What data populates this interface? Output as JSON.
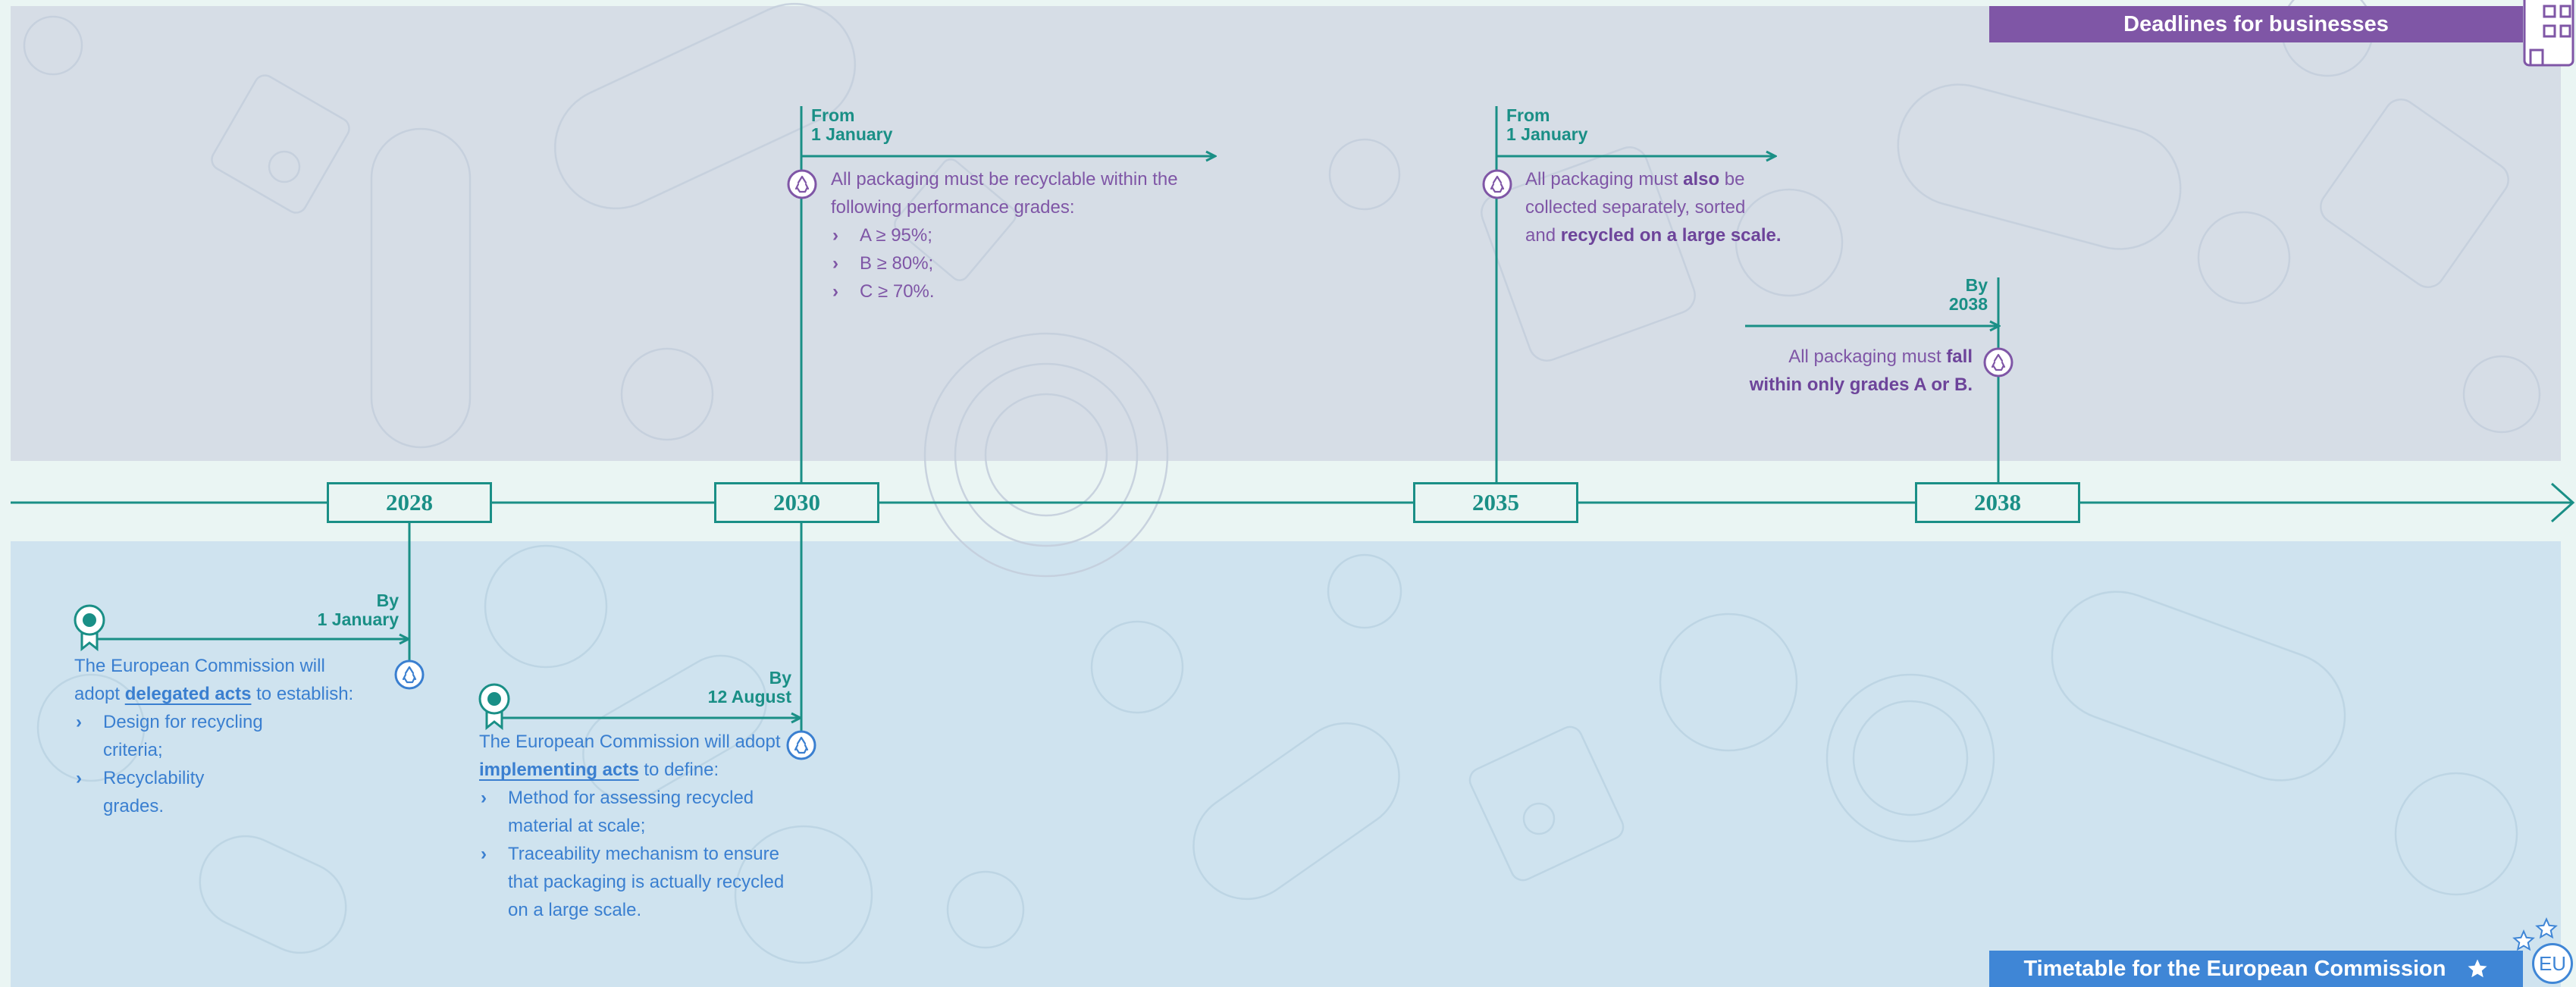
{
  "headers": {
    "businesses": "Deadlines for businesses",
    "commission": "Timetable for the European Commission",
    "eu_badge": "EU"
  },
  "timeline": {
    "years": [
      "2028",
      "2030",
      "2035",
      "2038"
    ]
  },
  "business_events": [
    {
      "date_line1": "From",
      "date_line2": "1 January",
      "text_lines": [
        "All packaging must be recyclable within the",
        "following performance grades:"
      ],
      "grades": [
        "A ≥ 95%;",
        "B ≥ 80%;",
        "C ≥ 70%."
      ]
    },
    {
      "date_line1": "From",
      "date_line2": "1 January",
      "line1_a": "All packaging must ",
      "line1_b": "also",
      "line1_c": " be",
      "line2": "collected separately, sorted",
      "line3_a": "and ",
      "line3_b": "recycled on a large scale."
    },
    {
      "date_line1": "By",
      "date_line2": "2038",
      "line1_a": "All packaging must ",
      "line1_b": "fall",
      "line2": "within only grades A or B."
    }
  ],
  "commission_events": [
    {
      "date_line1": "By",
      "date_line2": "1 January",
      "line1": "The European Commission will",
      "line2_a": "adopt ",
      "line2_b": "delegated acts",
      "line2_c": " to establish:",
      "items": [
        [
          "Design for recycling",
          "criteria;"
        ],
        [
          "Recyclability",
          "grades."
        ]
      ]
    },
    {
      "date_line1": "By",
      "date_line2": "12 August",
      "line1": "The European Commission will adopt",
      "line2_a": "implementing acts",
      "line2_b": " to define:",
      "items": [
        [
          "Method for assessing recycled",
          "material at scale;"
        ],
        [
          "Traceability mechanism to ensure",
          "that packaging is actually recycled",
          "on a large scale."
        ]
      ]
    }
  ],
  "colors": {
    "teal": "#1a8f86",
    "purple": "#7f56a6",
    "blue": "#3a7fd0",
    "top_band": "#d6dde6",
    "bottom_band": "#cfe3ef"
  },
  "icons": {
    "recycle": "recycle-icon",
    "ribbon": "award-ribbon-icon",
    "star": "star-icon",
    "building": "building-icon"
  }
}
